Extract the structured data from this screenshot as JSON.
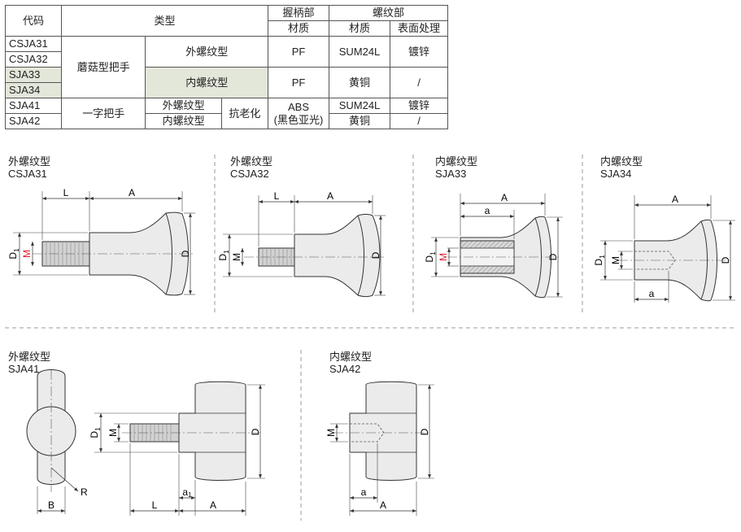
{
  "table": {
    "h_code": "代码",
    "h_type": "类型",
    "h_grip": "握柄部",
    "h_thread": "螺纹部",
    "h_material": "材质",
    "h_thread_material": "材质",
    "h_surface": "表面处理",
    "rows": [
      {
        "code": "CSJA31"
      },
      {
        "code": "CSJA32"
      },
      {
        "code": "SJA33"
      },
      {
        "code": "SJA34"
      },
      {
        "code": "SJA41"
      },
      {
        "code": "SJA42"
      }
    ],
    "mushroom_handle": "蘑菇型把手",
    "t_handle": "一字把手",
    "ext_thread": "外螺纹型",
    "int_thread": "内螺纹型",
    "ext_thread_2": "外螺纹型",
    "int_thread_2": "内螺纹型",
    "anti_aging": "抗老化",
    "pf_1": "PF",
    "pf_2": "PF",
    "abs": "ABS",
    "abs_note": "(黑色亚光)",
    "sum_1": "SUM24L",
    "sum_2": "SUM24L",
    "brass_1": "黄铜",
    "brass_2": "黄铜",
    "zinc_1": "镀锌",
    "zinc_2": "镀锌",
    "none_1": "/",
    "none_2": "/"
  },
  "drawings": [
    {
      "type": "外螺纹型",
      "code": "CSJA31"
    },
    {
      "type": "外螺纹型",
      "code": "CSJA32"
    },
    {
      "type": "内螺纹型",
      "code": "SJA33"
    },
    {
      "type": "内螺纹型",
      "code": "SJA34"
    },
    {
      "type": "外螺纹型",
      "code": "SJA41"
    },
    {
      "type": "内螺纹型",
      "code": "SJA42"
    }
  ],
  "dims": {
    "L": "L",
    "A": "A",
    "D": "D",
    "D1": "D",
    "D1_sub": "1",
    "M": "M",
    "a": "a",
    "a1": "a",
    "a1_sub": "1",
    "B": "B",
    "R": "R"
  },
  "colors": {
    "part_fill": "#ebebeb",
    "thread_fill": "#d2d2d2",
    "highlight": "#e3e7da",
    "m_red": "#e0192a"
  }
}
